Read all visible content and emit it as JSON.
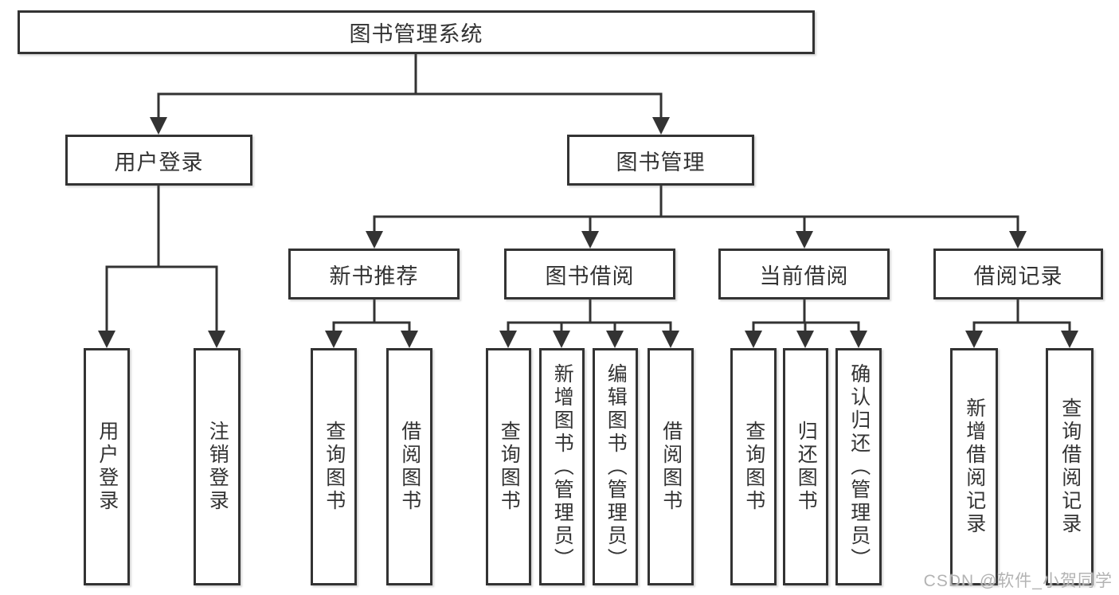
{
  "colors": {
    "line": "#333333",
    "text": "#333333",
    "watermark": "#b3b3b3",
    "background": "#ffffff"
  },
  "watermark": "CSDN @软件_小贺同学",
  "tree": {
    "root": "图书管理系统",
    "branches": [
      {
        "label": "用户登录",
        "leaves": [
          "用户登录",
          "注销登录"
        ]
      },
      {
        "label": "图书管理",
        "groups": [
          {
            "label": "新书推荐",
            "leaves": [
              "查询图书",
              "借阅图书"
            ]
          },
          {
            "label": "图书借阅",
            "leaves": [
              "查询图书",
              "新增图书（管理员）",
              "编辑图书（管理员）",
              "借阅图书"
            ]
          },
          {
            "label": "当前借阅",
            "leaves": [
              "查询图书",
              "归还图书",
              "确认归还（管理员）"
            ]
          },
          {
            "label": "借阅记录",
            "leaves": [
              "新增借阅记录",
              "查询借阅记录"
            ]
          }
        ]
      }
    ]
  }
}
